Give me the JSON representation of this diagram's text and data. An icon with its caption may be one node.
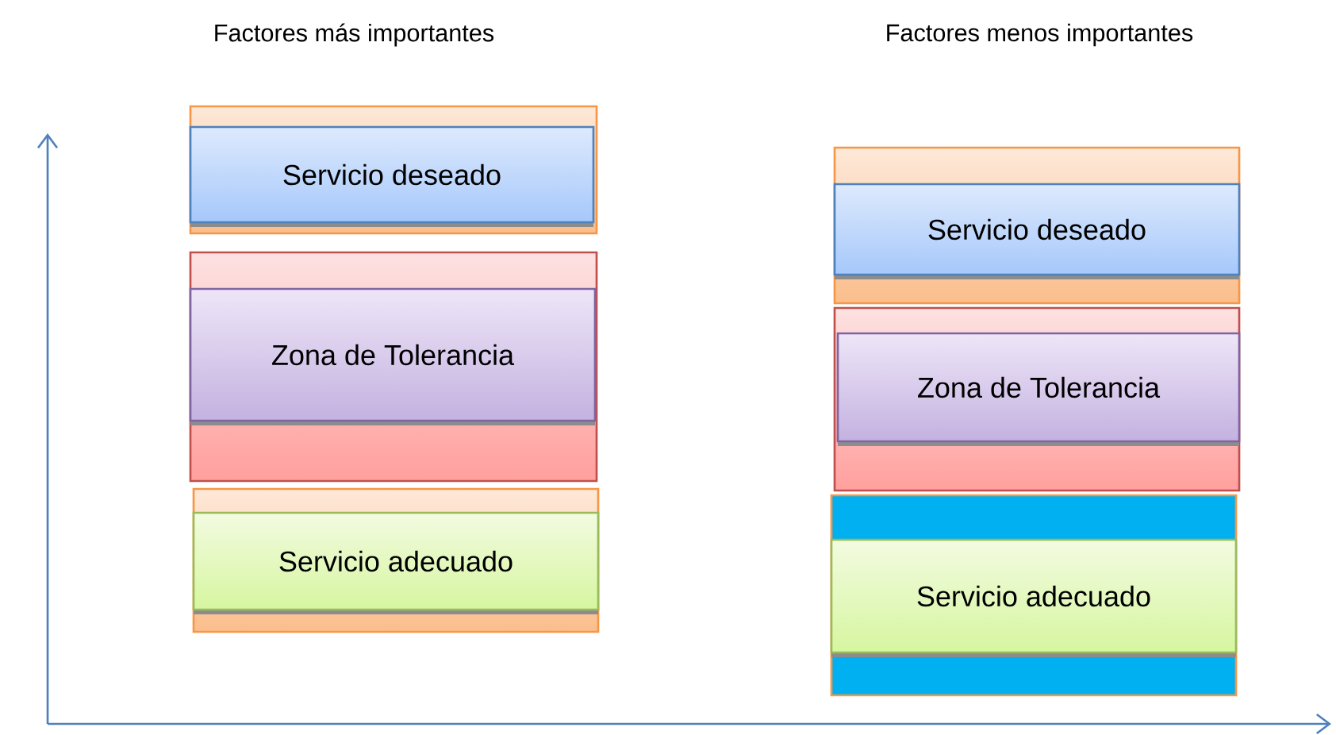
{
  "diagram": {
    "nodes": [
      {
        "text": [],
        "shape": "box"
      },
      {
        "text": [
          "Servicio deseado"
        ],
        "in": 0
      },
      {
        "text": [],
        "shape": "box"
      },
      {
        "text": [
          "Zona de Tolerancia"
        ],
        "in": 2
      },
      {
        "text": [],
        "shape": "box"
      },
      {
        "text": [
          "Servicio adecuado"
        ],
        "in": 4
      },
      {
        "text": [],
        "shape": "box"
      },
      {
        "text": [
          "Servicio deseado"
        ],
        "in": 6
      },
      {
        "text": [],
        "shape": "box"
      },
      {
        "text": [
          "Zona de Tolerancia"
        ],
        "in": 8
      },
      {
        "text": [],
        "shape": "box"
      },
      {
        "text": [
          "Servicio adecuado"
        ],
        "in": 10
      }
    ],
    "labels": [
      "Factores más importantes",
      "Factores menos importantes"
    ]
  }
}
